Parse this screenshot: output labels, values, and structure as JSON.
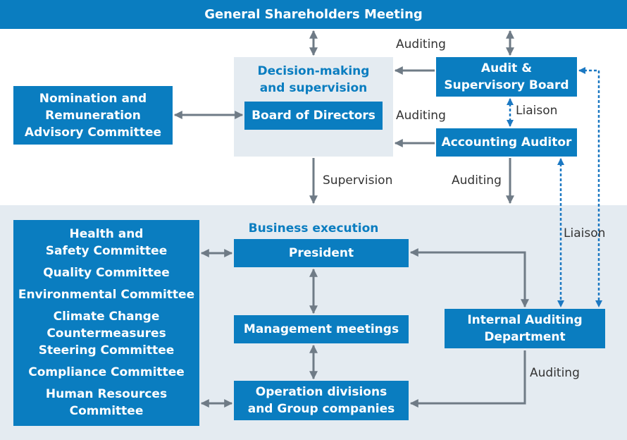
{
  "title": "General Shareholders Meeting",
  "decision_zone": {
    "heading": "Decision-making\nand supervision",
    "board_of_directors": "Board of Directors"
  },
  "nomination_committee": "Nomination and\nRemuneration\nAdvisory Committee",
  "audit_board": "Audit &\nSupervisory Board",
  "accounting_auditor": "Accounting Auditor",
  "execution_zone": {
    "heading": "Business execution",
    "president": "President",
    "management_meetings": "Management meetings",
    "operation_divisions": "Operation divisions\nand Group companies",
    "internal_auditing": "Internal Auditing\nDepartment"
  },
  "committees": [
    "Health and\nSafety Committee",
    "Quality Committee",
    "Environmental Committee",
    "Climate Change\nCountermeasures\nSteering Committee",
    "Compliance Committee",
    "Human Resources\nCommittee"
  ],
  "labels": {
    "auditing_top": "Auditing",
    "auditing_mid": "Auditing",
    "liaison_top": "Liaison",
    "supervision": "Supervision",
    "auditing_accounting": "Auditing",
    "liaison_side": "Liaison",
    "auditing_internal": "Auditing"
  },
  "colors": {
    "box_blue": "#0a7dc0",
    "zone_gray": "#e4ebf1",
    "arrow_gray": "#6f7b86",
    "dotted_blue": "#1b78c2"
  }
}
